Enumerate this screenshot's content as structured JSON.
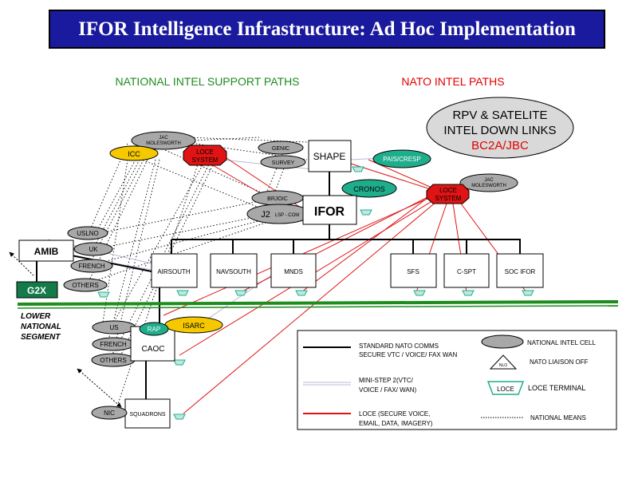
{
  "title": "IFOR Intelligence Infrastructure: Ad Hoc Implementation",
  "headings": {
    "national": "NATIONAL INTEL SUPPORT PATHS",
    "nato": "NATO INTEL PATHS"
  },
  "colors": {
    "title_bg": "#1a1a9e",
    "green_text": "#1f8a1f",
    "red_text": "#e00000",
    "cell_gray": "#a8a8a8",
    "teal": "#1fae8c",
    "loce_red": "#e01414",
    "icc_yellow": "#f5c800",
    "divider_green": "#1e8c1e",
    "g2x_green": "#157a4a"
  },
  "downlinks": {
    "line1": "RPV & SATELITE",
    "line2": "INTEL DOWN LINKS",
    "line3": "BC2A/JBC"
  },
  "nodes": {
    "shape": "SHAPE",
    "ifor": "IFOR",
    "amib": "AMIB",
    "g2x": "G2X",
    "airsouth": "AIRSOUTH",
    "navsouth": "NAVSOUTH",
    "mnds": "MNDS",
    "sfs": "SFS",
    "cspt": "C-SPT",
    "socifor": "SOC IFOR",
    "caoc": "CAOC",
    "squadrons": "SQUADRONS"
  },
  "cells": {
    "jac_top": [
      "JAC",
      "MOLESWORTH"
    ],
    "jac_right": [
      "JAC",
      "MOLESWORTH"
    ],
    "icc": "ICC",
    "loce_left": [
      "LOCE",
      "SYSTEM"
    ],
    "loce_right": [
      "LOCE",
      "SYSTEM"
    ],
    "genic": "GENIC",
    "survey": "SURVEY",
    "brjoic": "BRJOIC",
    "j2": "J2",
    "j2_sub": "LSP - COM",
    "pais": "PAIS/CRESP",
    "cronos": "CRONOS",
    "uslno": "USLNO",
    "uk": "UK",
    "french": "FRENCH",
    "others": "OTHERS",
    "us_low": "US",
    "french_low": "FRENCH",
    "others_low": "OTHERS",
    "rap": "RAP",
    "isarc": "ISARC",
    "nic": "NIC"
  },
  "lower_segment": [
    "LOWER",
    "NATIONAL",
    "SEGMENT"
  ],
  "legend": {
    "standard_line1": "STANDARD NATO COMMS",
    "standard_line2": "SECURE  VTC / VOICE/ FAX WAN",
    "ministep_line1": "MINI-STEP 2(VTC/",
    "ministep_line2": "VOICE / FAX/ WAN)",
    "loce_line1": "LOCE (SECURE VOICE,",
    "loce_line2": "EMAIL, DATA, IMAGERY)",
    "national_cell": "NATIONAL INTEL CELL",
    "nato_liaison": "NATO LIAISON OFF",
    "nlo_symbol": "NLO",
    "loce_terminal": "LOCE TERMINAL",
    "loce_symbol": "LOCE",
    "national_means": "NATIONAL MEANS"
  }
}
